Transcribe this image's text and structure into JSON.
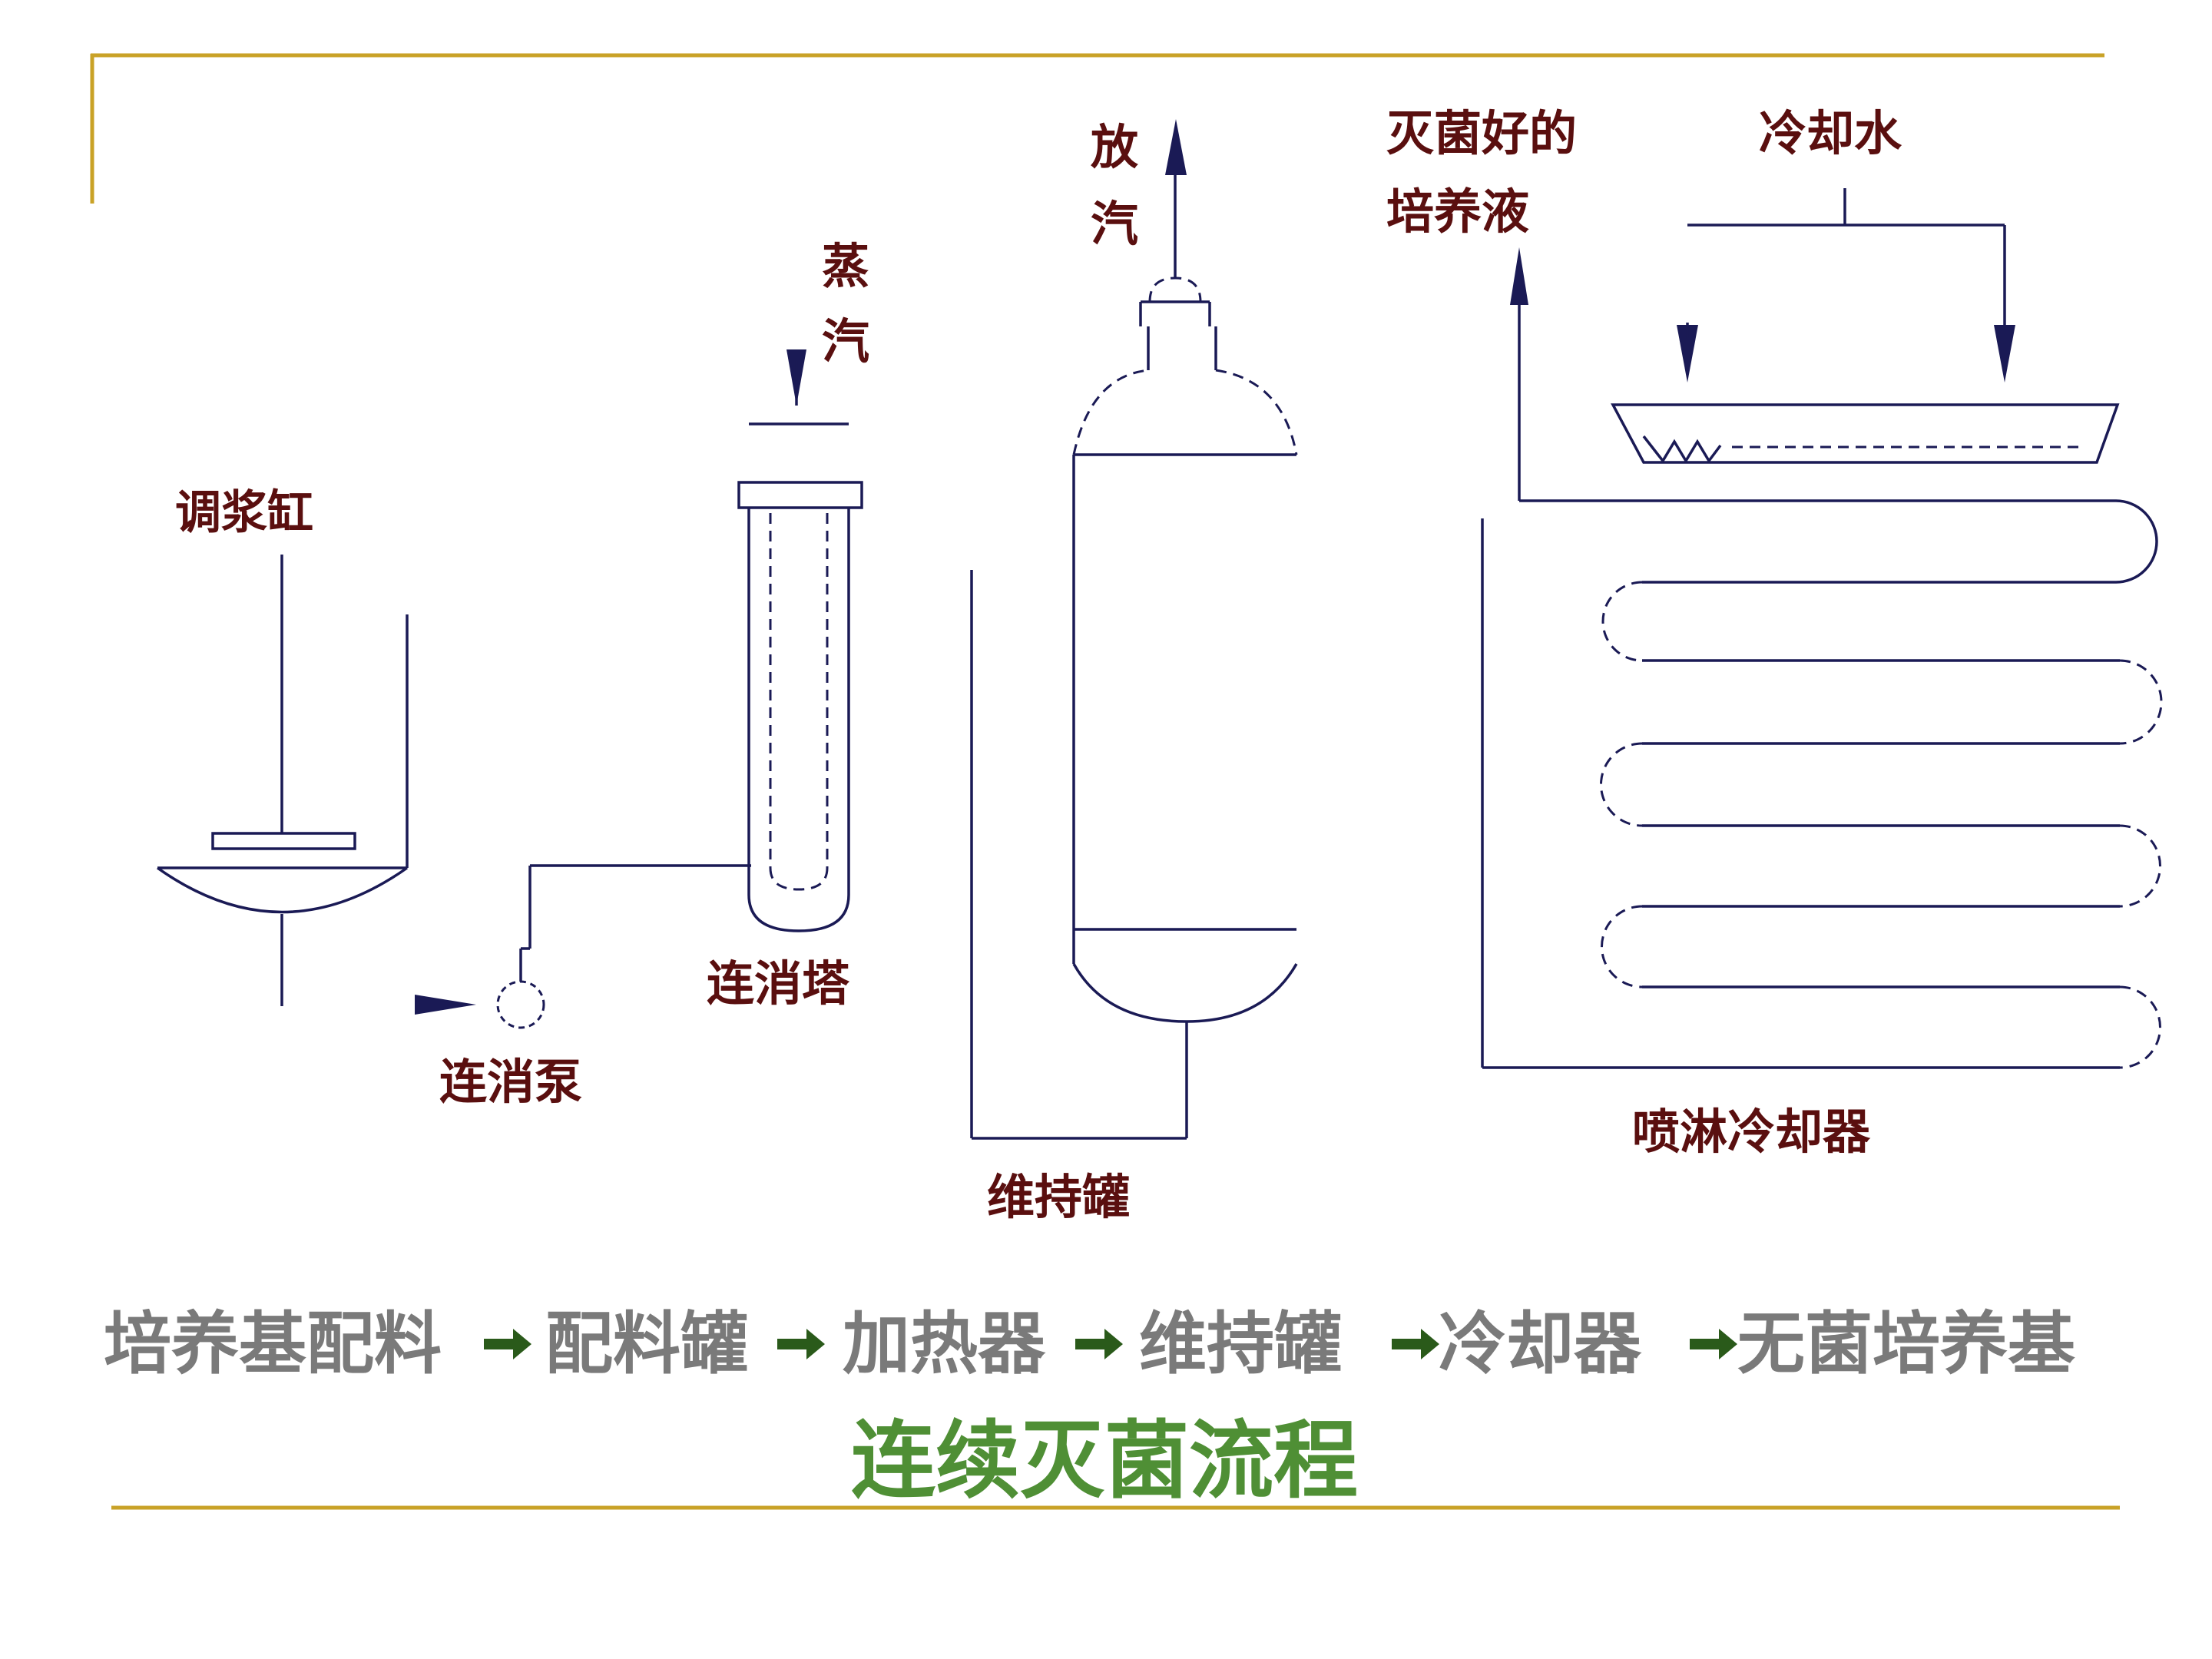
{
  "labels": {
    "mixing_tank": "调浆缸",
    "steam_top_1": "蒸",
    "steam_top_2": "汽",
    "vent_1": "放",
    "vent_2": "汽",
    "sterile_medium_1": "灭菌好的",
    "sterile_medium_2": "培养液",
    "cooling_water": "冷却水",
    "continuous_sterilizer_tower": "连消塔",
    "continuous_pump": "连消泵",
    "holding_tank": "维持罐",
    "spray_cooler": "喷淋冷却器"
  },
  "flow": {
    "steps": [
      "培养基配料",
      "配料罐",
      "加热器",
      "维持罐",
      "冷却器",
      "无菌培养基"
    ]
  },
  "title": "连续灭菌流程",
  "colors": {
    "accent_line": "#c9a227",
    "label": "#5a0f0f",
    "flow_text": "#7a7a7a",
    "title": "#4f8f35",
    "equipment_line": "#1a1a55"
  }
}
